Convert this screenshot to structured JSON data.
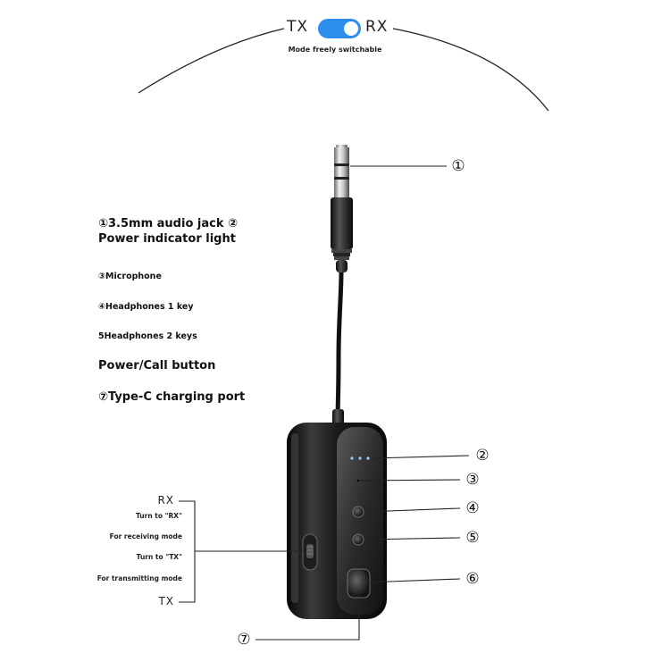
{
  "mode_toggle": {
    "tx_label": "TX",
    "rx_label": "RX",
    "caption": "Mode freely switchable",
    "accent_color": "#2d8ef0"
  },
  "features": {
    "line1": "①3.5mm audio jack ②",
    "line2": "Power indicator light",
    "line3": "③Microphone",
    "line4": "④Headphones 1 key",
    "line5": "5Headphones 2 keys",
    "line6": "Power/Call button",
    "line7": "⑦Type-C charging port"
  },
  "mode_switch": {
    "rx": "RX",
    "turn_rx": "Turn to \"RX\"",
    "receiving": "For receiving mode",
    "turn_tx": "Turn to \"TX\"",
    "transmitting": "For transmitting mode",
    "tx": "TX"
  },
  "callouts": {
    "c1": "①",
    "c2": "②",
    "c3": "③",
    "c4": "④",
    "c5": "⑤",
    "c6": "⑥",
    "c7": "⑦"
  },
  "device": {
    "indicator_color": "#9ad0ff"
  }
}
